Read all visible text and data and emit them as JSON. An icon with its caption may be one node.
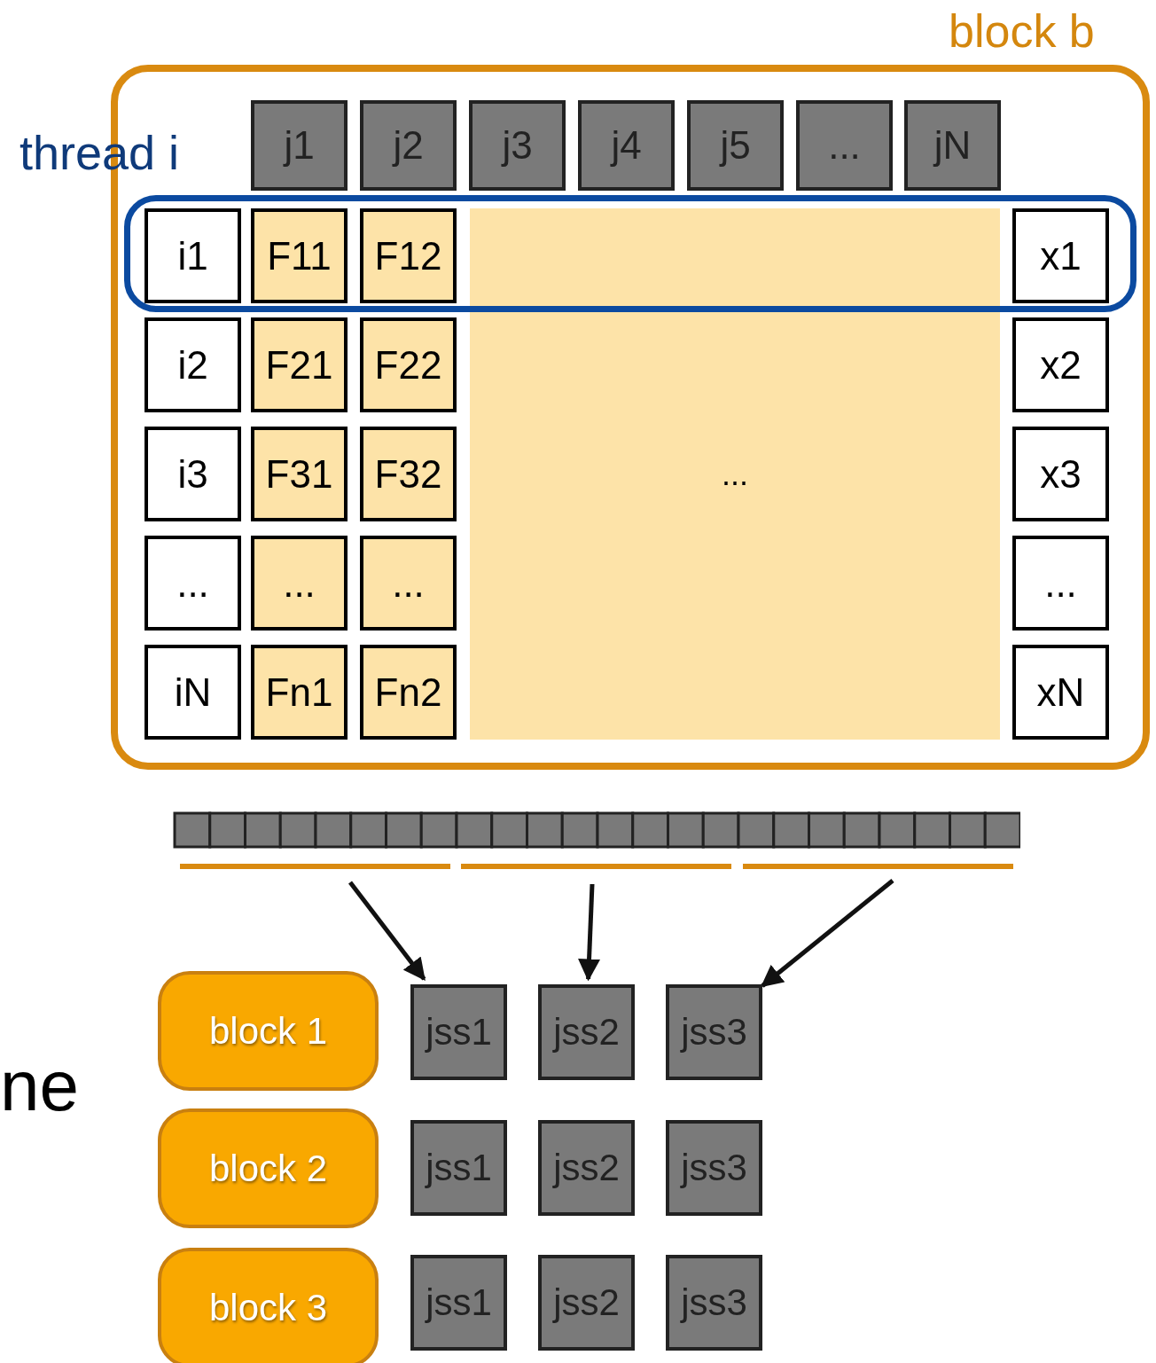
{
  "diagram": {
    "nodes": [
      {
        "text": [
          "block b"
        ]
      },
      {
        "text": [
          "thread i"
        ],
        "in": 0
      },
      {
        "text": [
          "j1"
        ],
        "in": 0
      },
      {
        "text": [
          "j2"
        ],
        "in": 0
      },
      {
        "text": [
          "j3"
        ],
        "in": 0
      },
      {
        "text": [
          "j4"
        ],
        "in": 0
      },
      {
        "text": [
          "j5"
        ],
        "in": 0
      },
      {
        "text": [
          "..."
        ],
        "in": 0
      },
      {
        "text": [
          "jN"
        ],
        "in": 0
      },
      {
        "text": [
          "i1"
        ],
        "in": 1
      },
      {
        "text": [
          "F11"
        ],
        "in": 1
      },
      {
        "text": [
          "F12"
        ],
        "in": 1
      },
      {
        "text": [
          "..."
        ],
        "in": 0
      },
      {
        "text": [
          "x1"
        ],
        "in": 1
      },
      {
        "text": [
          "i2"
        ],
        "in": 0
      },
      {
        "text": [
          "F21"
        ],
        "in": 0
      },
      {
        "text": [
          "F22"
        ],
        "in": 0
      },
      {
        "text": [
          "x2"
        ],
        "in": 0
      },
      {
        "text": [
          "i3"
        ],
        "in": 0
      },
      {
        "text": [
          "F31"
        ],
        "in": 0
      },
      {
        "text": [
          "F32"
        ],
        "in": 0
      },
      {
        "text": [
          "x3"
        ],
        "in": 0
      },
      {
        "text": [
          "..."
        ],
        "in": 0
      },
      {
        "text": [
          "..."
        ],
        "in": 0
      },
      {
        "text": [
          "..."
        ],
        "in": 0
      },
      {
        "text": [
          "..."
        ],
        "in": 0
      },
      {
        "text": [
          "iN"
        ],
        "in": 0
      },
      {
        "text": [
          "Fn1"
        ],
        "in": 0
      },
      {
        "text": [
          "Fn2"
        ],
        "in": 0
      },
      {
        "text": [
          "xN"
        ],
        "in": 0
      },
      {
        "text": [
          "block 1"
        ]
      },
      {
        "text": [
          "jss1"
        ]
      },
      {
        "text": [
          "jss2"
        ]
      },
      {
        "text": [
          "jss3"
        ]
      },
      {
        "text": [
          "block 2"
        ]
      },
      {
        "text": [
          "jss1"
        ]
      },
      {
        "text": [
          "jss2"
        ]
      },
      {
        "text": [
          "jss3"
        ]
      },
      {
        "text": [
          "block 3"
        ]
      },
      {
        "text": [
          "jss1"
        ]
      },
      {
        "text": [
          "jss2"
        ]
      },
      {
        "text": [
          "jss3"
        ]
      }
    ],
    "edges": [
      {
        "from": null,
        "to": 31,
        "arrow": "to"
      },
      {
        "from": null,
        "to": 32,
        "arrow": "to"
      },
      {
        "from": null,
        "to": 33,
        "arrow": "to"
      }
    ],
    "labels": [
      "ne"
    ]
  }
}
